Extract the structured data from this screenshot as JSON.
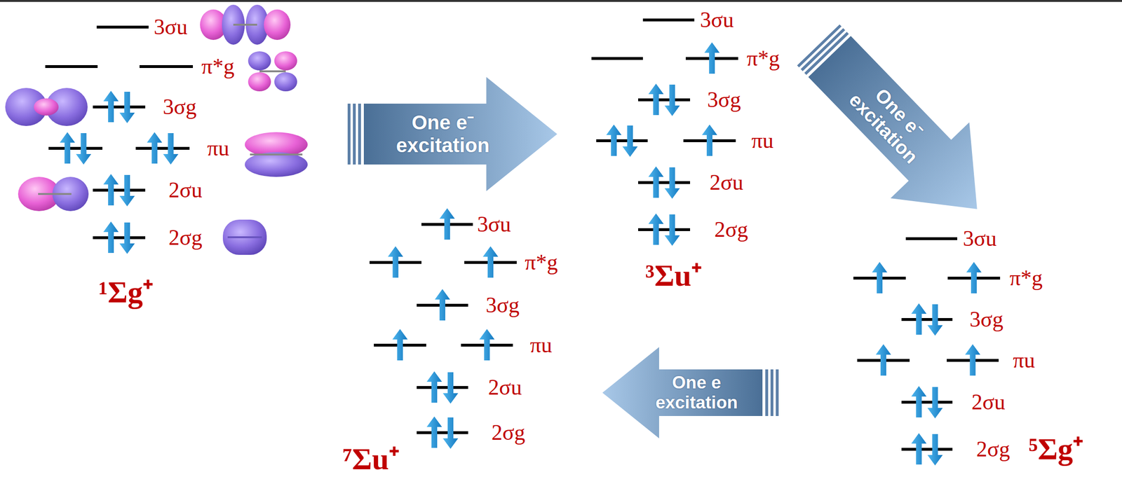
{
  "diagram": {
    "nodes": [
      {
        "text": [
          "One e⁻ excitation"
        ]
      },
      {
        "text": [
          "One e⁻ excitation"
        ]
      },
      {
        "text": [
          "One e excitation"
        ]
      }
    ],
    "labels": [
      "3σu",
      "π*g",
      "3σg",
      "πu",
      "2σu",
      "2σg",
      "¹Σg⁺",
      "3σu",
      "π*g",
      "3σg",
      "πu",
      "2σu",
      "2σg",
      "³Σu⁺",
      "3σu",
      "π*g",
      "3σg",
      "πu",
      "2σu",
      "2σg",
      "⁷Σu⁺",
      "3σu",
      "π*g",
      "3σg",
      "πu",
      "2σu",
      "2σg",
      "⁵Σg⁺"
    ]
  }
}
